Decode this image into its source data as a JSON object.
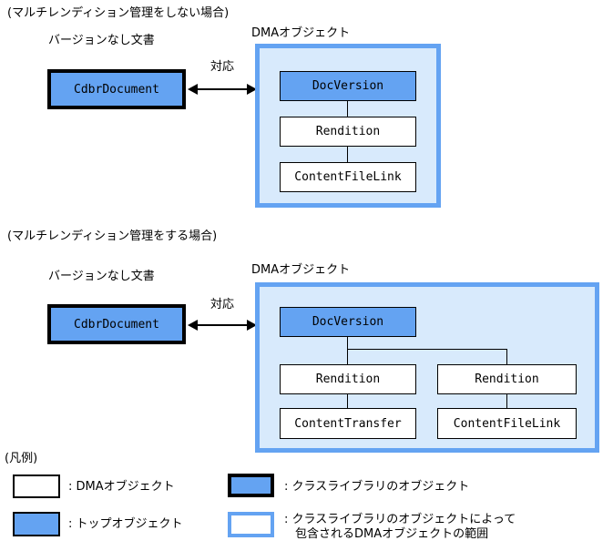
{
  "colors": {
    "object_blue": "#64a3f2",
    "container_light_blue": "#d8eafc",
    "border_black": "#000000"
  },
  "diagram_no_multi": {
    "title": "(マルチレンディション管理をしない場合)",
    "versionless_doc_label": "バージョンなし文書",
    "dma_label": "DMAオブジェクト",
    "cdbr_box": "CdbrDocument",
    "arrow_label": "対応",
    "boxes": [
      "DocVersion",
      "Rendition",
      "ContentFileLink"
    ]
  },
  "diagram_multi": {
    "title": "(マルチレンディション管理をする場合)",
    "versionless_doc_label": "バージョンなし文書",
    "dma_label": "DMAオブジェクト",
    "cdbr_box": "CdbrDocument",
    "arrow_label": "対応",
    "top_box": "DocVersion",
    "left_branch": [
      "Rendition",
      "ContentTransfer"
    ],
    "right_branch": [
      "Rendition",
      "ContentFileLink"
    ]
  },
  "legend": {
    "title": "(凡例)",
    "dma_object": ": DMAオブジェクト",
    "top_object": ": トップオブジェクト",
    "classlib_object": ": クラスライブラリのオブジェクト",
    "range_line1": ": クラスライブラリのオブジェクトによって",
    "range_line2": "包含されるDMAオブジェクトの範囲"
  }
}
